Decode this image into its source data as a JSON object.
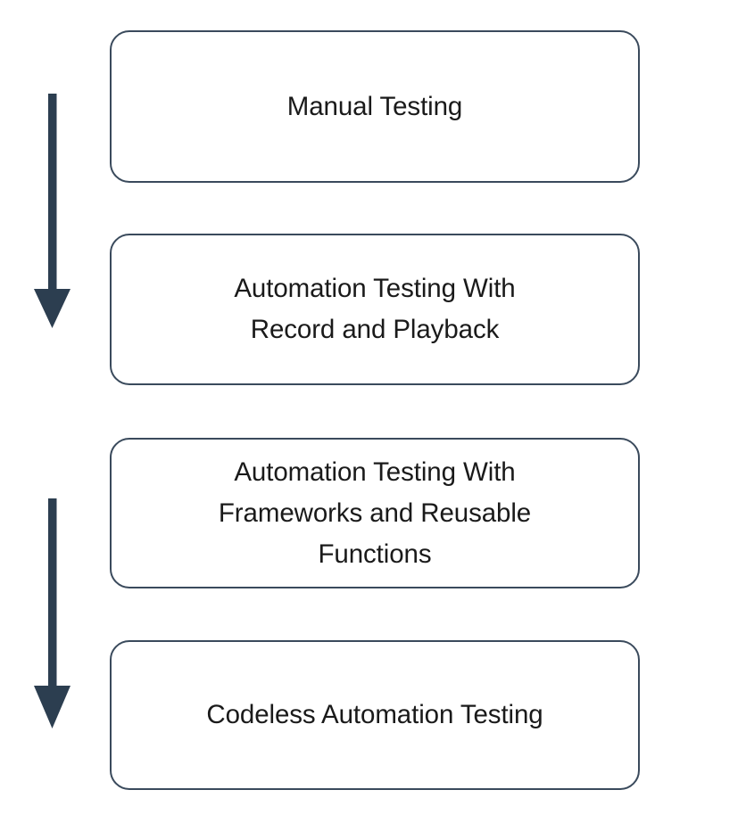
{
  "diagram": {
    "type": "flowchart",
    "orientation": "vertical",
    "background_color": "#ffffff",
    "node_border_color": "#3a4a5c",
    "node_fill_color": "#ffffff",
    "node_text_color": "#1a1a1a",
    "arrow_color": "#2c3e50",
    "nodes": [
      {
        "id": "node-1",
        "label": "Manual Testing",
        "lines": [
          "Manual Testing"
        ]
      },
      {
        "id": "node-2",
        "label": "Automation Testing With\nRecord and Playback",
        "lines": [
          "Automation Testing With",
          "Record and Playback"
        ]
      },
      {
        "id": "node-3",
        "label": "Automation Testing With\nFrameworks and Reusable\nFunctions",
        "lines": [
          "Automation Testing With",
          "Frameworks and Reusable",
          "Functions"
        ]
      },
      {
        "id": "node-4",
        "label": "Codeless Automation Testing",
        "lines": [
          "Codeless Automation Testing"
        ]
      }
    ],
    "arrows": [
      {
        "id": "arrow-1",
        "direction": "down",
        "from_node": "node-1",
        "to_node": "node-2"
      },
      {
        "id": "arrow-2",
        "direction": "down",
        "from_node": "node-3",
        "to_node": "node-4"
      }
    ]
  }
}
